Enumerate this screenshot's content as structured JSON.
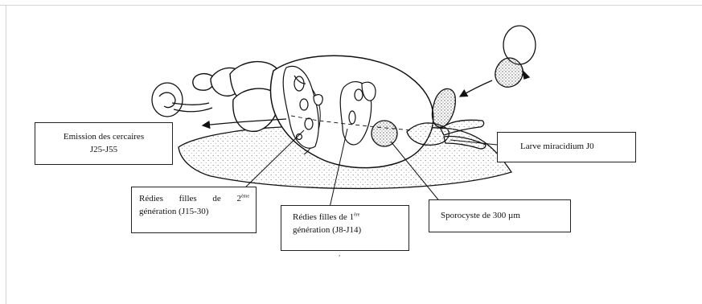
{
  "figure": {
    "labels": {
      "cercaires": {
        "line1": "Emission des cercaires",
        "line2": "J25-J55"
      },
      "miracidium": "Larve miracidium J0",
      "redies_2": {
        "word1": "Rédies",
        "word2": "filles",
        "word3": "de",
        "num": "2",
        "sup": "ème",
        "line2": "génération (J15-30)"
      },
      "redies_1": {
        "line1": "Rédies filles de 1",
        "sup": "ère",
        "line2": "génération (J8-J14)"
      },
      "sporocyste": "Sporocyste de 300 µm"
    },
    "colors": {
      "ink": "#111111",
      "stipple": "#9a9a9a",
      "frame": "#d4d4d4"
    }
  }
}
